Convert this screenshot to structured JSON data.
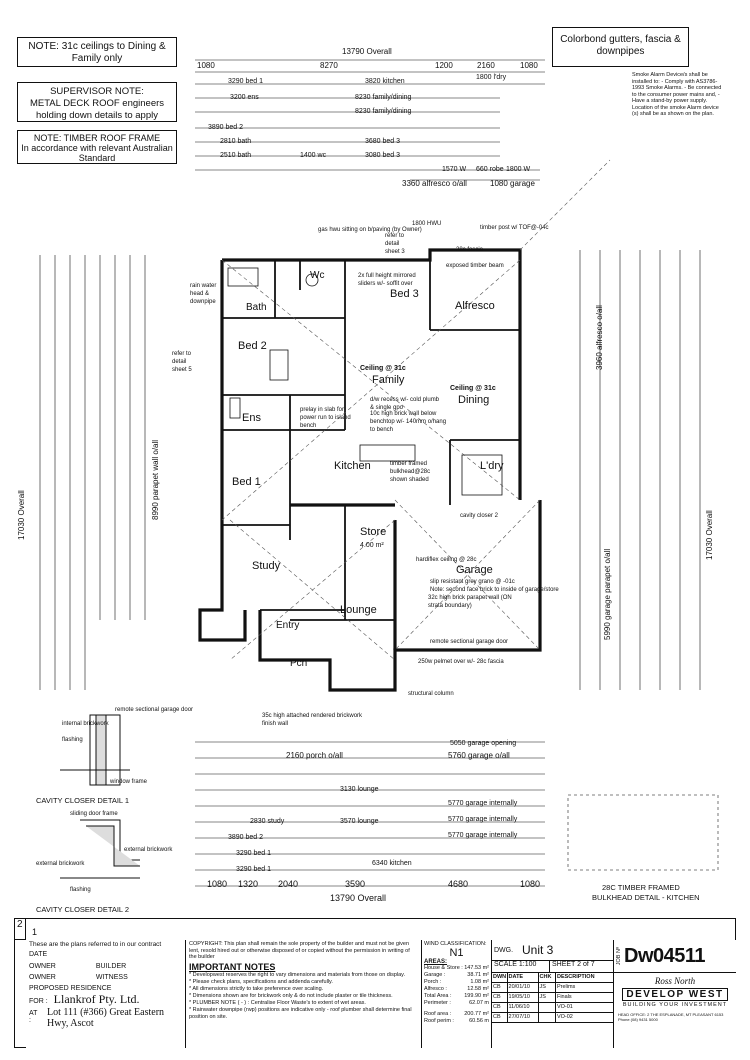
{
  "notes": {
    "ceilings": "NOTE: 31c ceilings to Dining & Family only",
    "supervisor_title": "SUPERVISOR NOTE:",
    "supervisor_body": "METAL DECK ROOF engineers holding down details to apply",
    "timber_title": "NOTE: TIMBER ROOF FRAME",
    "timber_body": "In accordance with relevant Australian Standard",
    "colorbond": "Colorbond gutters, fascia & downpipes",
    "smoke": "Smoke Alarm Device/s shall be installed to: - Comply with AS3786-1993 Smoke Alarms. - Be connected to the consumer power mains and, - Have a stand-by power supply. Location of the smoke Alarm device (s) shall be as shown on the plan."
  },
  "dims_top": {
    "overall": "13790 Overall",
    "d1": "1080",
    "d2": "8270",
    "d3": "1200",
    "d4": "2160",
    "d5": "1080",
    "bed1": "3290 bed 1",
    "kitchen": "3820 kitchen",
    "ldry": "1800 l'dry",
    "ens": "3200 ens",
    "family": "8230 family/dining",
    "family2": "8230 family/dining",
    "bed2": "3890 bed 2",
    "bed2b": "2810 bath",
    "bed3": "3680 bed 3",
    "bath": "2510 bath",
    "wc": "1400 wc",
    "bed3b": "3080 bed 3",
    "alfresco": "3360 alfresco o/all",
    "garage": "1080 garage",
    "a1": "1570 W",
    "a2": "660 robe",
    "a3": "1800 W"
  },
  "rooms": {
    "bath": "Bath",
    "wc": "Wc",
    "bed3": "Bed 3",
    "bed2": "Bed 2",
    "alfresco": "Alfresco",
    "family": "Family",
    "dining": "Dining",
    "ens": "Ens",
    "bed1": "Bed 1",
    "kitchen": "Kitchen",
    "ldry": "L'dry",
    "store": "Store",
    "store_size": "4.00 m²",
    "study": "Study",
    "garage": "Garage",
    "lounge": "Lounge",
    "entry": "Entry",
    "pch": "Pch",
    "ceiling_family": "Ceiling @ 31c",
    "ceiling_dining": "Ceiling @ 31c"
  },
  "annotations": {
    "gas": "gas hwu sitting on b/paving (by Owner)",
    "hwu": "1800 HWU",
    "fascia28": "28c fascia",
    "exposed_beam": "exposed timber beam",
    "post": "timber post w/ TOF@-04c",
    "sliders": "2x full height mirrored sliders w/- soffit over",
    "slab": "prelay in slab for power run to island bench",
    "recess": "d/w recess w/- cold plumb & single gpo",
    "brick": "10c high brick wall below benchtop w/- 140mm o/hang to bench",
    "bulkhead": "timber framed bulkhead@28c shown shaded",
    "hardiflex": "hardiflex ceiling @ 28c",
    "porch": "32c high brick parapet wall (ON strata boundary)",
    "slip": "slip resistant grey grano @ -01c",
    "facebrick": "Note: second face brick to inside of garage/store",
    "remote": "remote sectional garage door",
    "pelmet": "250w pelmet over w/- 28c fascia",
    "column": "structural column",
    "attached": "35c high attached rendered brickwork finish wall",
    "rainwater": "rain water head & downpipe",
    "cavity": "cavity closer 2",
    "refer5": "refer to detail sheet 5",
    "refer3": "refer to detail sheet 3",
    "parapet": "8990 parapet wall o/all",
    "overall_v": "17030 Overall",
    "overall_v2": "17030 Overall",
    "alfresco_v": "3960 alfresco o/all",
    "garage_parapet": "5990 garage parapet o/all",
    "timber_framed": "28C TIMBER FRAMED",
    "bulkhead_detail": "BULKHEAD DETAIL - KITCHEN"
  },
  "dims_bottom": {
    "overall": "13790 Overall",
    "b1": "1080",
    "b2": "1320",
    "b3": "2040",
    "b4": "3590",
    "b5": "4680",
    "b6": "1080",
    "porch": "2160 porch o/all",
    "garage_all": "5760 garage o/all",
    "lounge": "3130 lounge",
    "study": "2830 study",
    "lounge2": "3570 lounge",
    "bed2": "3890 bed 2",
    "bed1": "3290 bed 1",
    "kitchen": "6340 kitchen",
    "gopen": "5050 garage opening",
    "gint": "5770 garage internally",
    "gint2": "5770 garage internally",
    "gint3": "5770 garage internally",
    "bed1b": "3290 bed 1"
  },
  "details": {
    "d1": "CAVITY CLOSER DETAIL 1",
    "d2": "CAVITY CLOSER DETAIL 2",
    "rsgd": "remote sectional garage door",
    "internal": "internal brickwork",
    "flashing": "flashing",
    "window": "window frame",
    "sliding": "sliding door frame",
    "external": "external brickwork",
    "external2": "external brickwork",
    "flashing2": "flashing"
  },
  "titleblock": {
    "page_num": "2",
    "page_of": "1",
    "contract": "These are the plans referred to in our contract",
    "date": "DATE",
    "owner": "OWNER",
    "builder": "BUILDER",
    "owner2": "OWNER",
    "witness": "WITNESS",
    "proposed": "PROPOSED RESIDENCE",
    "for_lbl": "FOR :",
    "client": "Llankrof Pty. Ltd.",
    "at_lbl": "AT :",
    "address": "Lot 111 (#366) Great Eastern Hwy, Ascot",
    "copyright": "COPYRIGHT: This plan shall remain the sole property of the builder and must not be given lent, resold hired out or otherwise disposed of or copied without the permission in writing of the builder",
    "important": "IMPORTANT NOTES",
    "n1": "* Developwest reserves the right to vary dimensions and materials from those on display.",
    "n2": "* Please check plans, specifications and addenda carefully.",
    "n3": "* All dimensions strictly to take preference over scaling.",
    "n4": "* Dimensions shown are for brickwork only & do not include plaster or tile thickness.",
    "n5": "* PLUMBER NOTE ( - ) : Centralise Floor Waste's to extent of wet areas.",
    "n6": "* Rainwater downpipe (rwp) positions are indicative only - roof plumber shall determine final position on site.",
    "wind_lbl": "WIND CLASSIFICATION:",
    "wind": "N1",
    "areas_lbl": "AREAS:",
    "areas": [
      {
        "k": "House & Store :",
        "v": "147.53 m²"
      },
      {
        "k": "Garage :",
        "v": "38.71 m²"
      },
      {
        "k": "Porch :",
        "v": "1.08 m²"
      },
      {
        "k": "Alfresco :",
        "v": "12.58 m²"
      },
      {
        "k": "Total Area :",
        "v": "199.90 m²"
      },
      {
        "k": "Perimeter :",
        "v": "62.07 m"
      }
    ],
    "roof": [
      {
        "k": "Roof area :",
        "v": "200.77 m²"
      },
      {
        "k": "Roof perim :",
        "v": "60.56 m"
      }
    ],
    "dwg_lbl": "DWG.",
    "dwg": "Unit 3",
    "scale": "SCALE 1:100",
    "sheet": "SHEET 2 of 7",
    "rev_headers": [
      "DWN",
      "DATE",
      "CHK",
      "DESCRIPTION"
    ],
    "revisions": [
      [
        "CB",
        "20/01/10",
        "JS",
        "Prelims"
      ],
      [
        "CB",
        "19/05/10",
        "JS",
        "Finals"
      ],
      [
        "CB",
        "11/06/10",
        "",
        "VO-01"
      ],
      [
        "CB",
        "27/07/10",
        "",
        "VO-02"
      ]
    ],
    "job_lbl": "JOB Nº",
    "job": "Dw04511",
    "brand_script": "Ross North",
    "brand": "DEVELOP WEST",
    "tagline": "BUILDING YOUR INVESTMENT",
    "office": "HEAD OFFICE: 2 THE ESPLANADE, MT PLEASANT 6153",
    "phone": "Phone (08) 9431 5000"
  },
  "colors": {
    "ink": "#111111",
    "paper": "#ffffff",
    "dash": "#555555"
  }
}
